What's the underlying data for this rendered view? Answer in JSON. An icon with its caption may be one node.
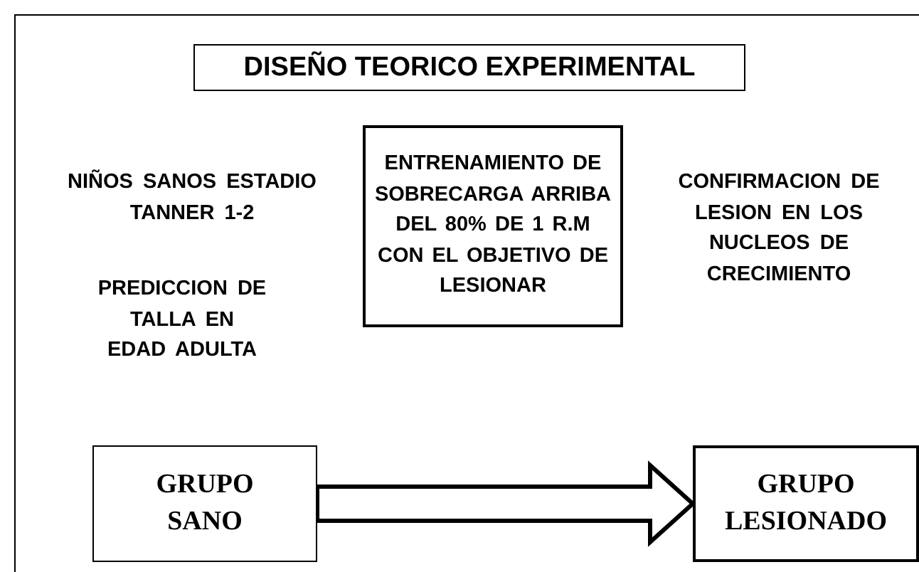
{
  "diagram": {
    "title": "DISEÑO TEORICO EXPERIMENTAL",
    "nodes": [
      {
        "text": [
          "ENTRENAMIENTO DE SOBRECARGA ARRIBA DEL 80% DE 1 R.M CON EL OBJETIVO DE LESIONAR"
        ]
      },
      {
        "text": [
          "GRUPO SANO"
        ]
      },
      {
        "text": [
          "GRUPO LESIONADO"
        ]
      }
    ],
    "edges": [
      {
        "from": 1,
        "to": 2,
        "arrow": "to"
      }
    ],
    "labels": [
      "NIÑOS SANOS ESTADIO TANNER 1-2",
      "CONFIRMACION DE LESION EN LOS NUCLEOS DE CRECIMIENTO",
      "PREDICCION DE TALLA EN EDAD ADULTA"
    ]
  }
}
